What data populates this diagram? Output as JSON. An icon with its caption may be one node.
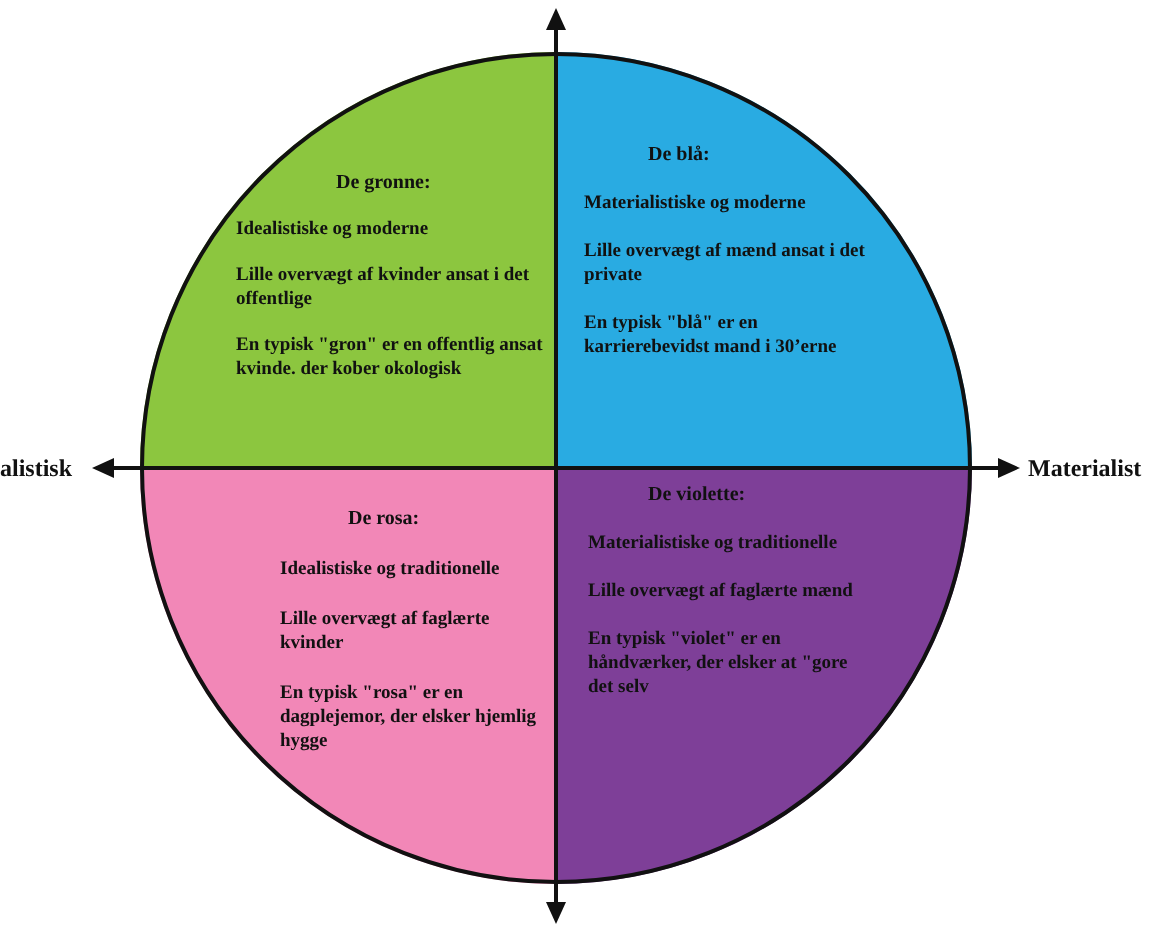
{
  "diagram": {
    "nodes": [
      {
        "text": [
          "De gronne:",
          "Idealistiske og moderne",
          "Lille overvægt af kvinder ansat i det offentlige",
          "En typisk \"gron\" er en offentlig ansat kvinde. der kober okologisk"
        ]
      },
      {
        "text": [
          "De blå:",
          "Materialistiske og moderne",
          "Lille overvægt af mænd ansat i det private",
          "En typisk \"blå\" er en karrierebevidst mand i 30’erne"
        ]
      },
      {
        "text": [
          "De rosa:",
          "Idealistiske og traditionelle",
          "Lille overvægt af faglærte kvinder",
          "En typisk \"rosa\" er en dagplejemor, der elsker hjemlig hygge"
        ]
      },
      {
        "text": [
          "De violette:",
          "Materialistiske og traditionelle",
          "Lille overvægt af faglærte mænd",
          "En typisk \"violet\" er en håndværker, der elsker at \"gore det selv"
        ]
      }
    ],
    "labels": [
      "alistisk",
      "Materialist"
    ]
  }
}
